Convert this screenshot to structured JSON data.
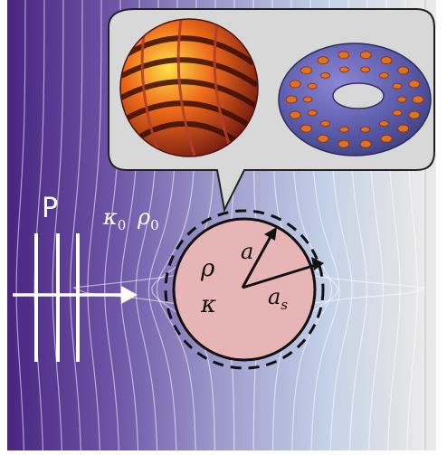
{
  "labels": {
    "wave": "P",
    "kappa_bg": "κ",
    "kappa_bg_sub": "0",
    "rho_bg": "ρ",
    "rho_bg_sub": "0",
    "rho_in": "ρ",
    "kappa_in": "κ",
    "radius_inner": "a",
    "radius_outer": "a",
    "radius_outer_sub": "s"
  },
  "colors": {
    "background_left": "#4a2a84",
    "background_mid": "#9a94c8",
    "background_right": "#dde4ee",
    "cylinder_fill": "#e8b4b6",
    "callout_fill": "#d9d9d9",
    "lines": "#ffffff"
  },
  "insets": [
    {
      "icon": "striped-ribbon-sphere-icon"
    },
    {
      "icon": "perforated-torus-icon"
    }
  ]
}
